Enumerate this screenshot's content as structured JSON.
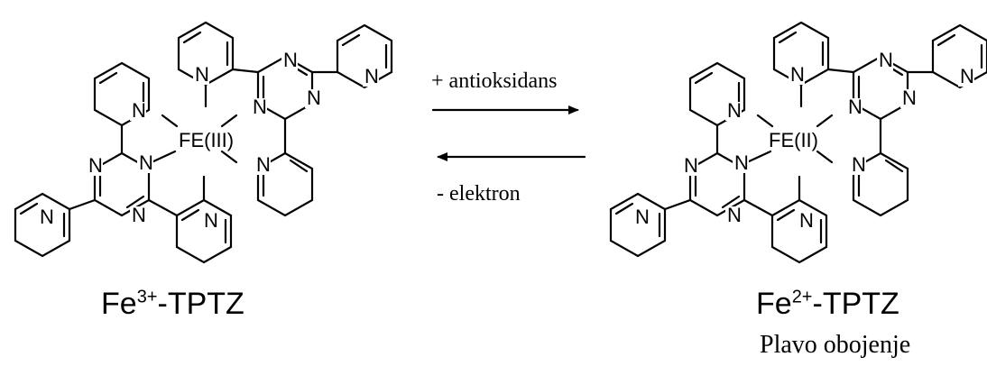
{
  "left_complex": {
    "metal_label": "FE(III)",
    "caption_main": "Fe",
    "caption_charge": "3+",
    "caption_suffix": "-TPTZ"
  },
  "right_complex": {
    "metal_label": "FE(II)",
    "caption_main": "Fe",
    "caption_charge": "2+",
    "caption_suffix": "-TPTZ",
    "note": "Plavo obojenje"
  },
  "forward_arrow_label": "+ antioksidans",
  "reverse_arrow_label": "- elektron",
  "atom_symbol": "N"
}
